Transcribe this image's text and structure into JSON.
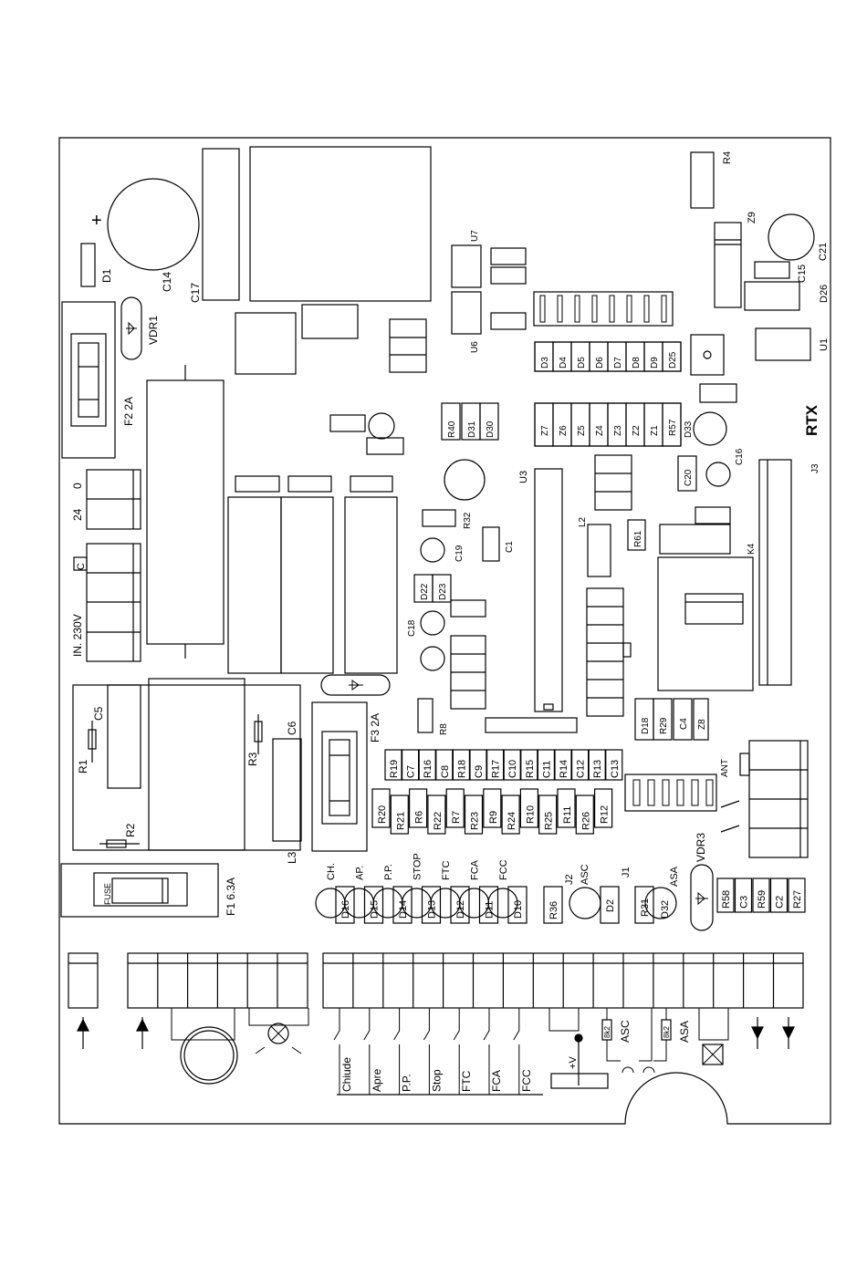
{
  "board": {
    "name": "RTX"
  },
  "labels": {
    "d1": "D1",
    "c14": "C14",
    "c17": "C17",
    "plus": "+",
    "vdr1": "VDR1",
    "f2": "F2 2A",
    "zero": "0",
    "v24": "24",
    "c_term": "C",
    "in230": "IN. 230V",
    "c5": "C5",
    "r1": "R1",
    "r2": "R2",
    "r3": "R3",
    "c6": "C6",
    "l3": "L3",
    "f3": "F3 2A",
    "f1": "F1 6.3A",
    "fuse": "FUSE",
    "r4": "R4",
    "z9": "Z9",
    "c21": "C21",
    "c15": "C15",
    "d26": "D26",
    "u1": "U1",
    "u7": "U7",
    "u6": "U6",
    "u3": "U3",
    "j3": "J3",
    "k4": "K4",
    "l2": "L2",
    "r61": "R61",
    "c20": "C20",
    "c16": "C16",
    "d33": "D33",
    "r40": "R40",
    "d31": "D31",
    "d30": "D30",
    "r32": "R32",
    "c1": "C1",
    "c19": "C19",
    "d22": "D22",
    "d23": "D23",
    "c18": "C18",
    "r8": "R8",
    "d18": "D18",
    "r29": "R29",
    "c4": "C4",
    "z8": "Z8",
    "ant": "ANT",
    "vdr3": "VDR3",
    "j2": "J2",
    "j1": "J1",
    "r36": "R36",
    "d2": "D2",
    "r31": "R31",
    "d32": "D32",
    "k8a": "8k2",
    "k8b": "8k2",
    "plusv": "+V"
  },
  "diode_row": [
    "D3",
    "D4",
    "D5",
    "D6",
    "D7",
    "D8",
    "D9",
    "D25"
  ],
  "zener_row": [
    "Z7",
    "Z6",
    "Z5",
    "Z4",
    "Z3",
    "Z2",
    "Z1",
    "R57"
  ],
  "row_rc": [
    "R19",
    "C7",
    "R16",
    "C8",
    "R18",
    "C9",
    "R17",
    "C10",
    "R15",
    "C11",
    "R14",
    "C12",
    "R13",
    "C13"
  ],
  "row_r": [
    "R20",
    "R21",
    "R6",
    "R22",
    "R7",
    "R23",
    "R9",
    "R24",
    "R10",
    "R25",
    "R11",
    "R26",
    "R12"
  ],
  "right_small": [
    "R58",
    "C3",
    "R59",
    "C2",
    "R27"
  ],
  "led_labels": [
    "CH.",
    "AP.",
    "P.P.",
    "STOP",
    "FTC",
    "FCA",
    "FCC"
  ],
  "led_diodes": [
    "D16",
    "D15",
    "D14",
    "D13",
    "D12",
    "D11",
    "D10"
  ],
  "jumper_labels": [
    "ASC",
    "ASA"
  ],
  "inputs": [
    "Chiude",
    "Apre",
    "P.P.",
    "Stop",
    "FTC",
    "FCA",
    "FCC"
  ],
  "contact_labels": [
    "ASC",
    "ASA"
  ]
}
